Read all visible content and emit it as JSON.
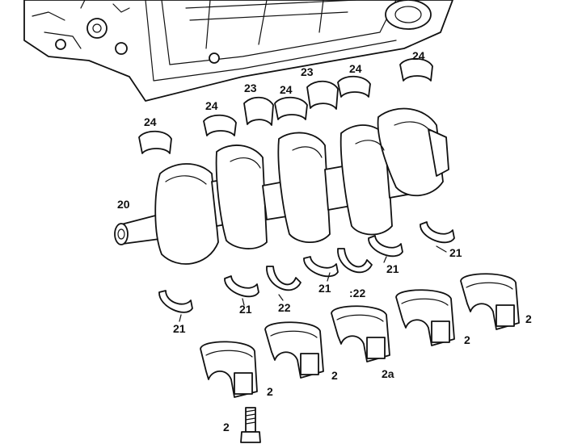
{
  "callouts": {
    "c20": "20",
    "c24a": "24",
    "c24b": "24",
    "c23a": "23",
    "c24c": "24",
    "c23b": "23",
    "c24d": "24",
    "c24e": "24",
    "c21a": "21",
    "c21b": "21",
    "c22a": "22",
    "c21c": "21",
    "c22b": ":22",
    "c21d": "21",
    "c21e": "21",
    "c2a": "2",
    "c2b": "2",
    "c2c": "2a",
    "c2d": "2",
    "c2e": "2",
    "c2f": "2"
  },
  "colors": {
    "ink": "#111111",
    "paper": "#ffffff"
  },
  "icons": {
    "bolt": "bolt-icon"
  }
}
